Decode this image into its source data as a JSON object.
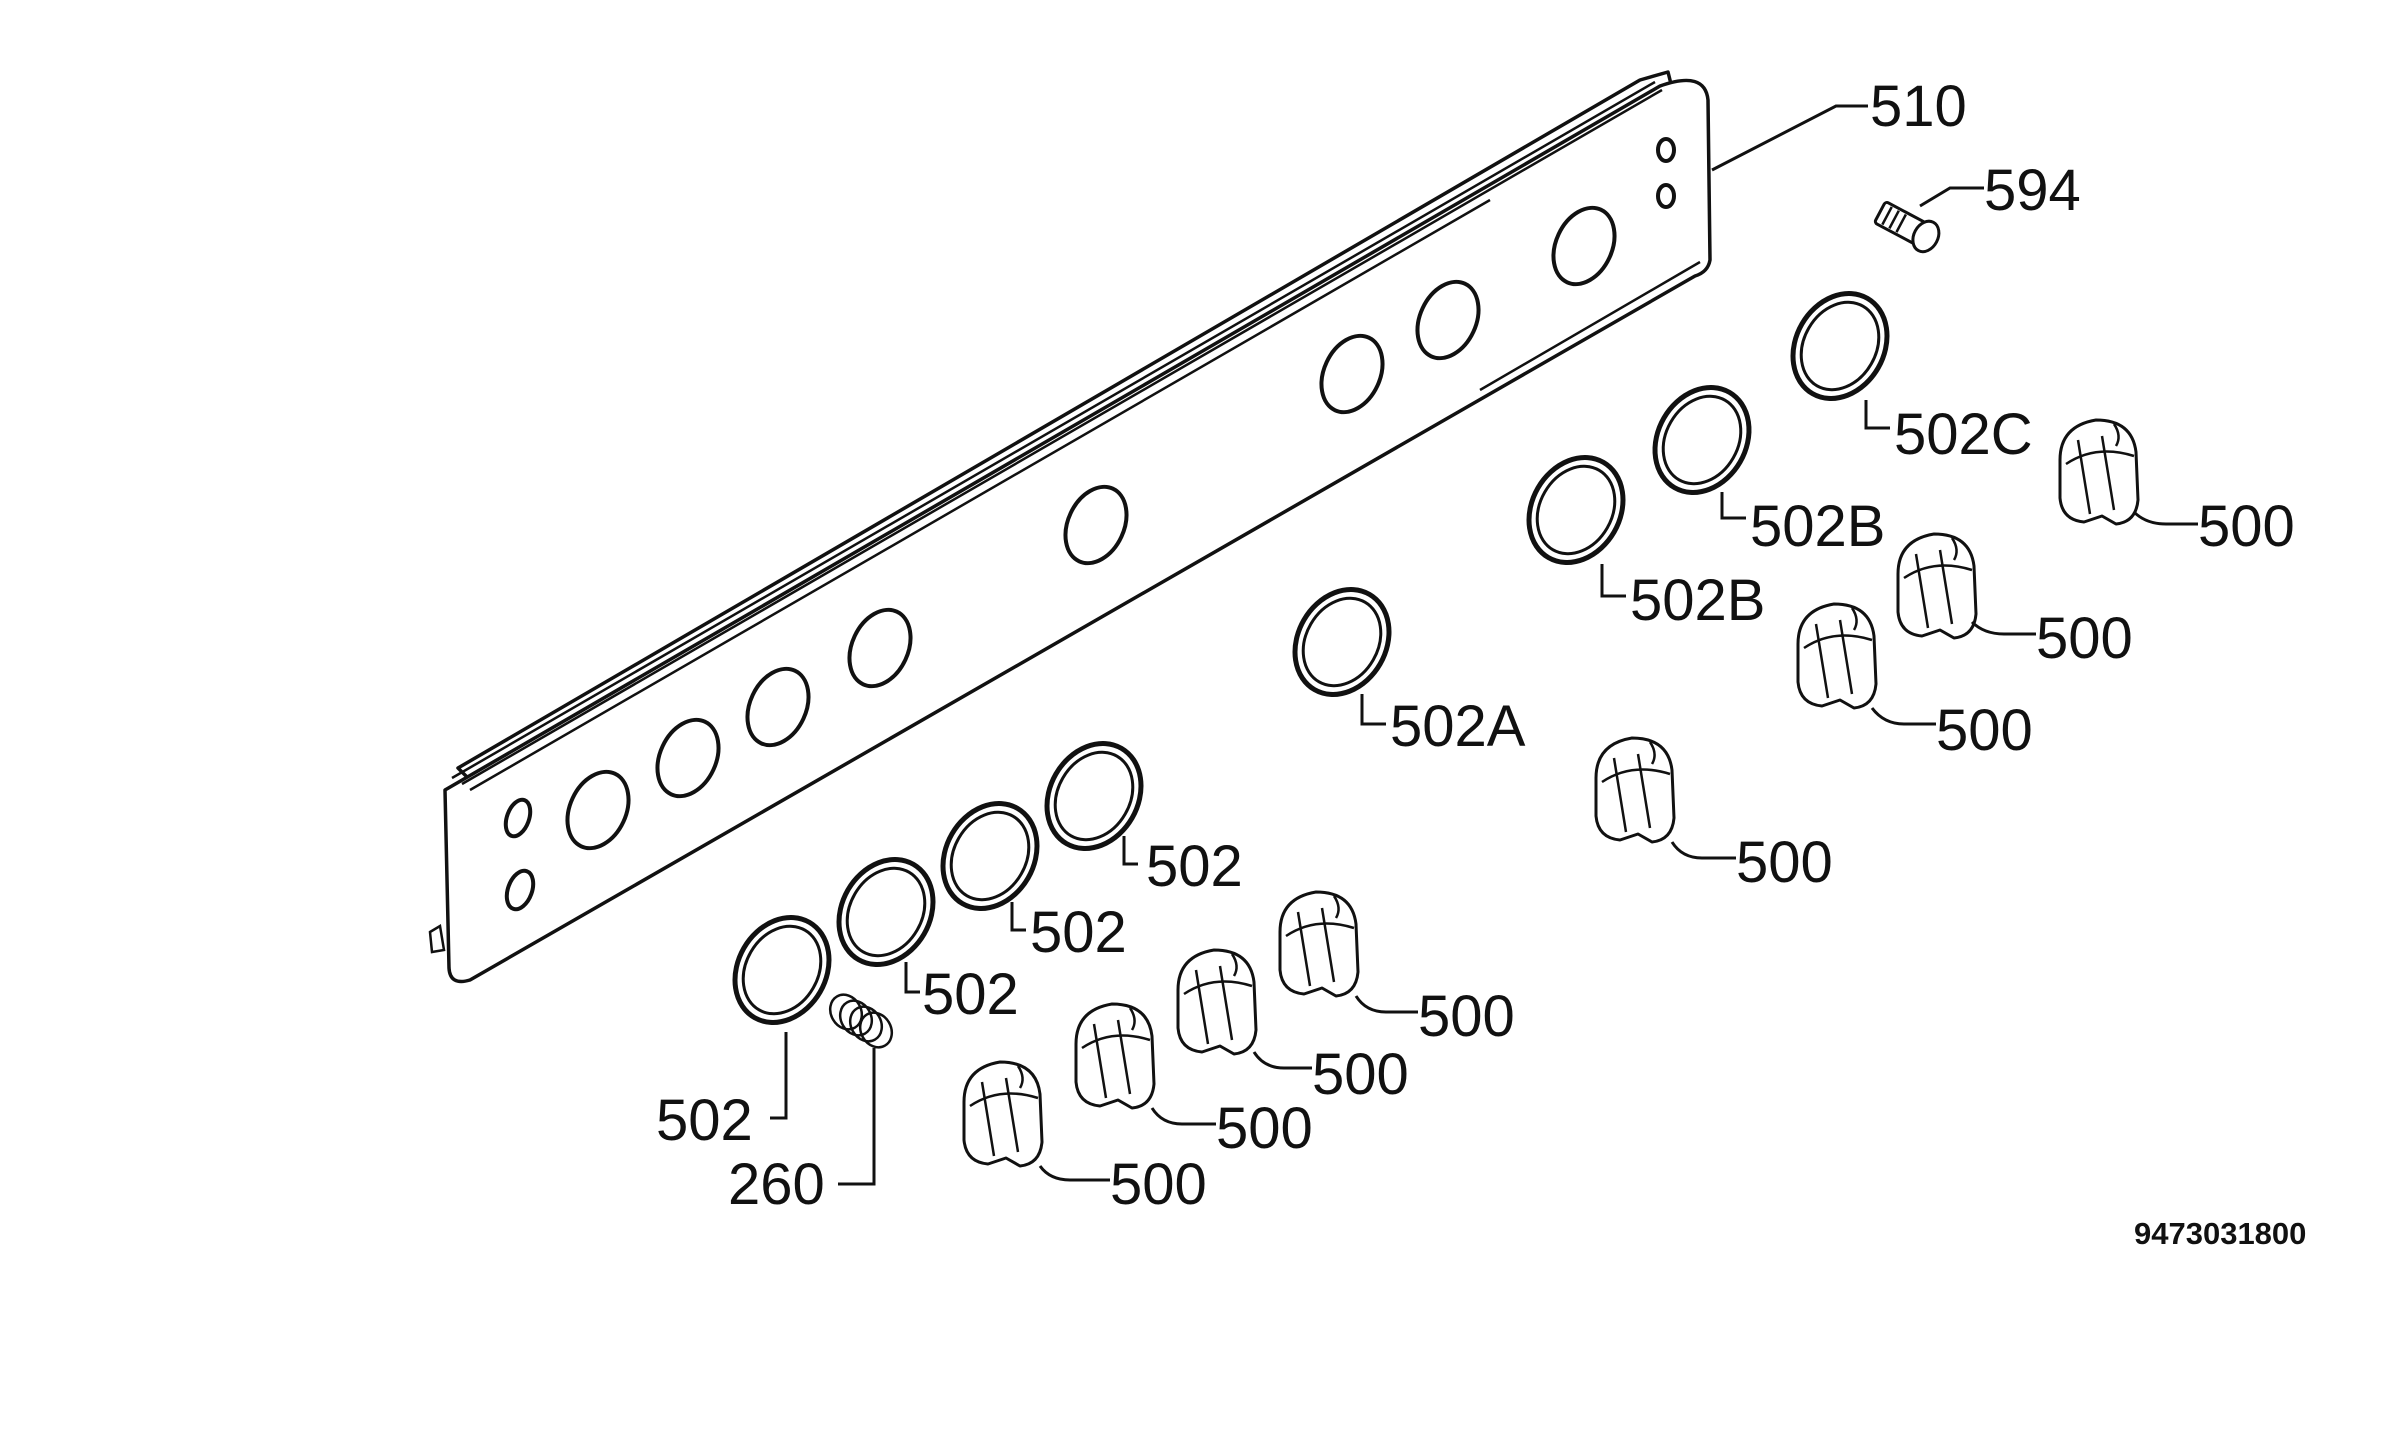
{
  "diagram": {
    "drawing_number": "9473031800",
    "labels": {
      "panel": "510",
      "lamp": "594",
      "spring": "260",
      "ring": "502",
      "ring_a": "502A",
      "ring_b": "502B",
      "ring_c": "502C",
      "knob": "500"
    }
  }
}
